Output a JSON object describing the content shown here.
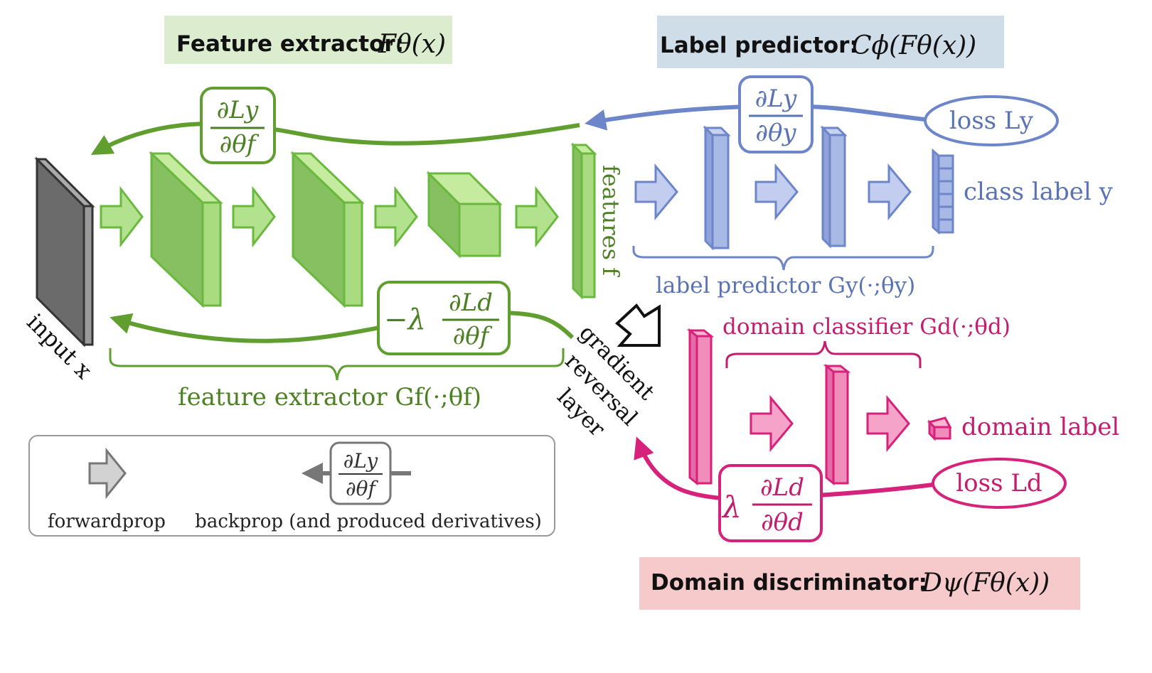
{
  "headers": {
    "feature_extractor": {
      "label": "Feature extractor",
      "sep": ":",
      "math": "Fθ(x)",
      "bg": "#dbeccf"
    },
    "label_predictor": {
      "label": "Label predictor",
      "sep": ":",
      "math": "Cϕ(Fθ(x))",
      "bg": "#cfdde8"
    },
    "domain_discriminator": {
      "label": "Domain discriminator",
      "sep": ":",
      "math": "Dψ(Fθ(x))",
      "bg": "#f6caca"
    }
  },
  "labels": {
    "input": "input x",
    "features": "features f",
    "class_label": "class label y",
    "domain_label": "domain label",
    "feature_extractor_brace": "feature extractor Gf(·;θf)",
    "label_predictor_brace": "label predictor Gy(·;θy)",
    "domain_classifier_brace": "domain classifier Gd(·;θd)",
    "grl_1": "gradient",
    "grl_2": "reversal",
    "grl_3": "layer",
    "loss_y": "loss Ly",
    "loss_d": "loss Ld"
  },
  "gradients": {
    "fe_top_num": "∂Ly",
    "fe_top_den": "∂θf",
    "lp_num": "∂Ly",
    "lp_den": "∂θy",
    "fe_bottom_prefix": "−λ",
    "fe_bottom_num": "∂Ld",
    "fe_bottom_den": "∂θf",
    "dc_prefix": "λ",
    "dc_num": "∂Ld",
    "dc_den": "∂θd"
  },
  "legend": {
    "forward": "forwardprop",
    "backward": "backprop (and produced derivatives)",
    "num": "∂Ly",
    "den": "∂θf"
  },
  "colors": {
    "green_dark": "#5f9e2f",
    "green_fill": "#9fd67a",
    "green_light": "#bfe89a",
    "blue": "#6d86c9",
    "blue_fill": "#a9b9e6",
    "pink": "#d6227a",
    "pink_fill": "#f28cbb",
    "grey": "#777777"
  }
}
